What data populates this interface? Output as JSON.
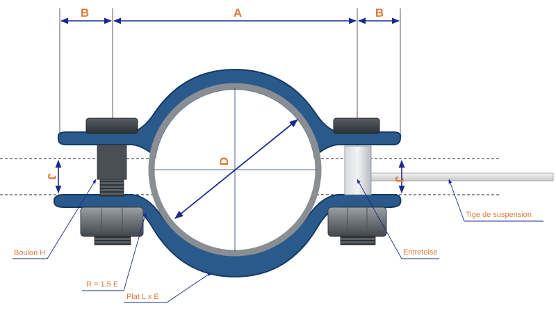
{
  "colors": {
    "dimension_line": "#1c2a8c",
    "label_text": "#e07a3c",
    "clamp_blue": "#2a5a8c",
    "clamp_dark": "#163a60",
    "pipe_gray": "#8a8e92",
    "steel": "#6e747a",
    "rod": "#e6e6e6"
  },
  "dimensions": {
    "b_left": "B",
    "a": "A",
    "b_right": "B",
    "d": "D",
    "j_left": "J",
    "j_right": "J"
  },
  "callouts": {
    "boulon": "Boulon H",
    "rayon": "R = 1,5 E",
    "plat": "Plat L x E",
    "entretoise": "Entretoise",
    "tige": "Tige de suspension"
  }
}
